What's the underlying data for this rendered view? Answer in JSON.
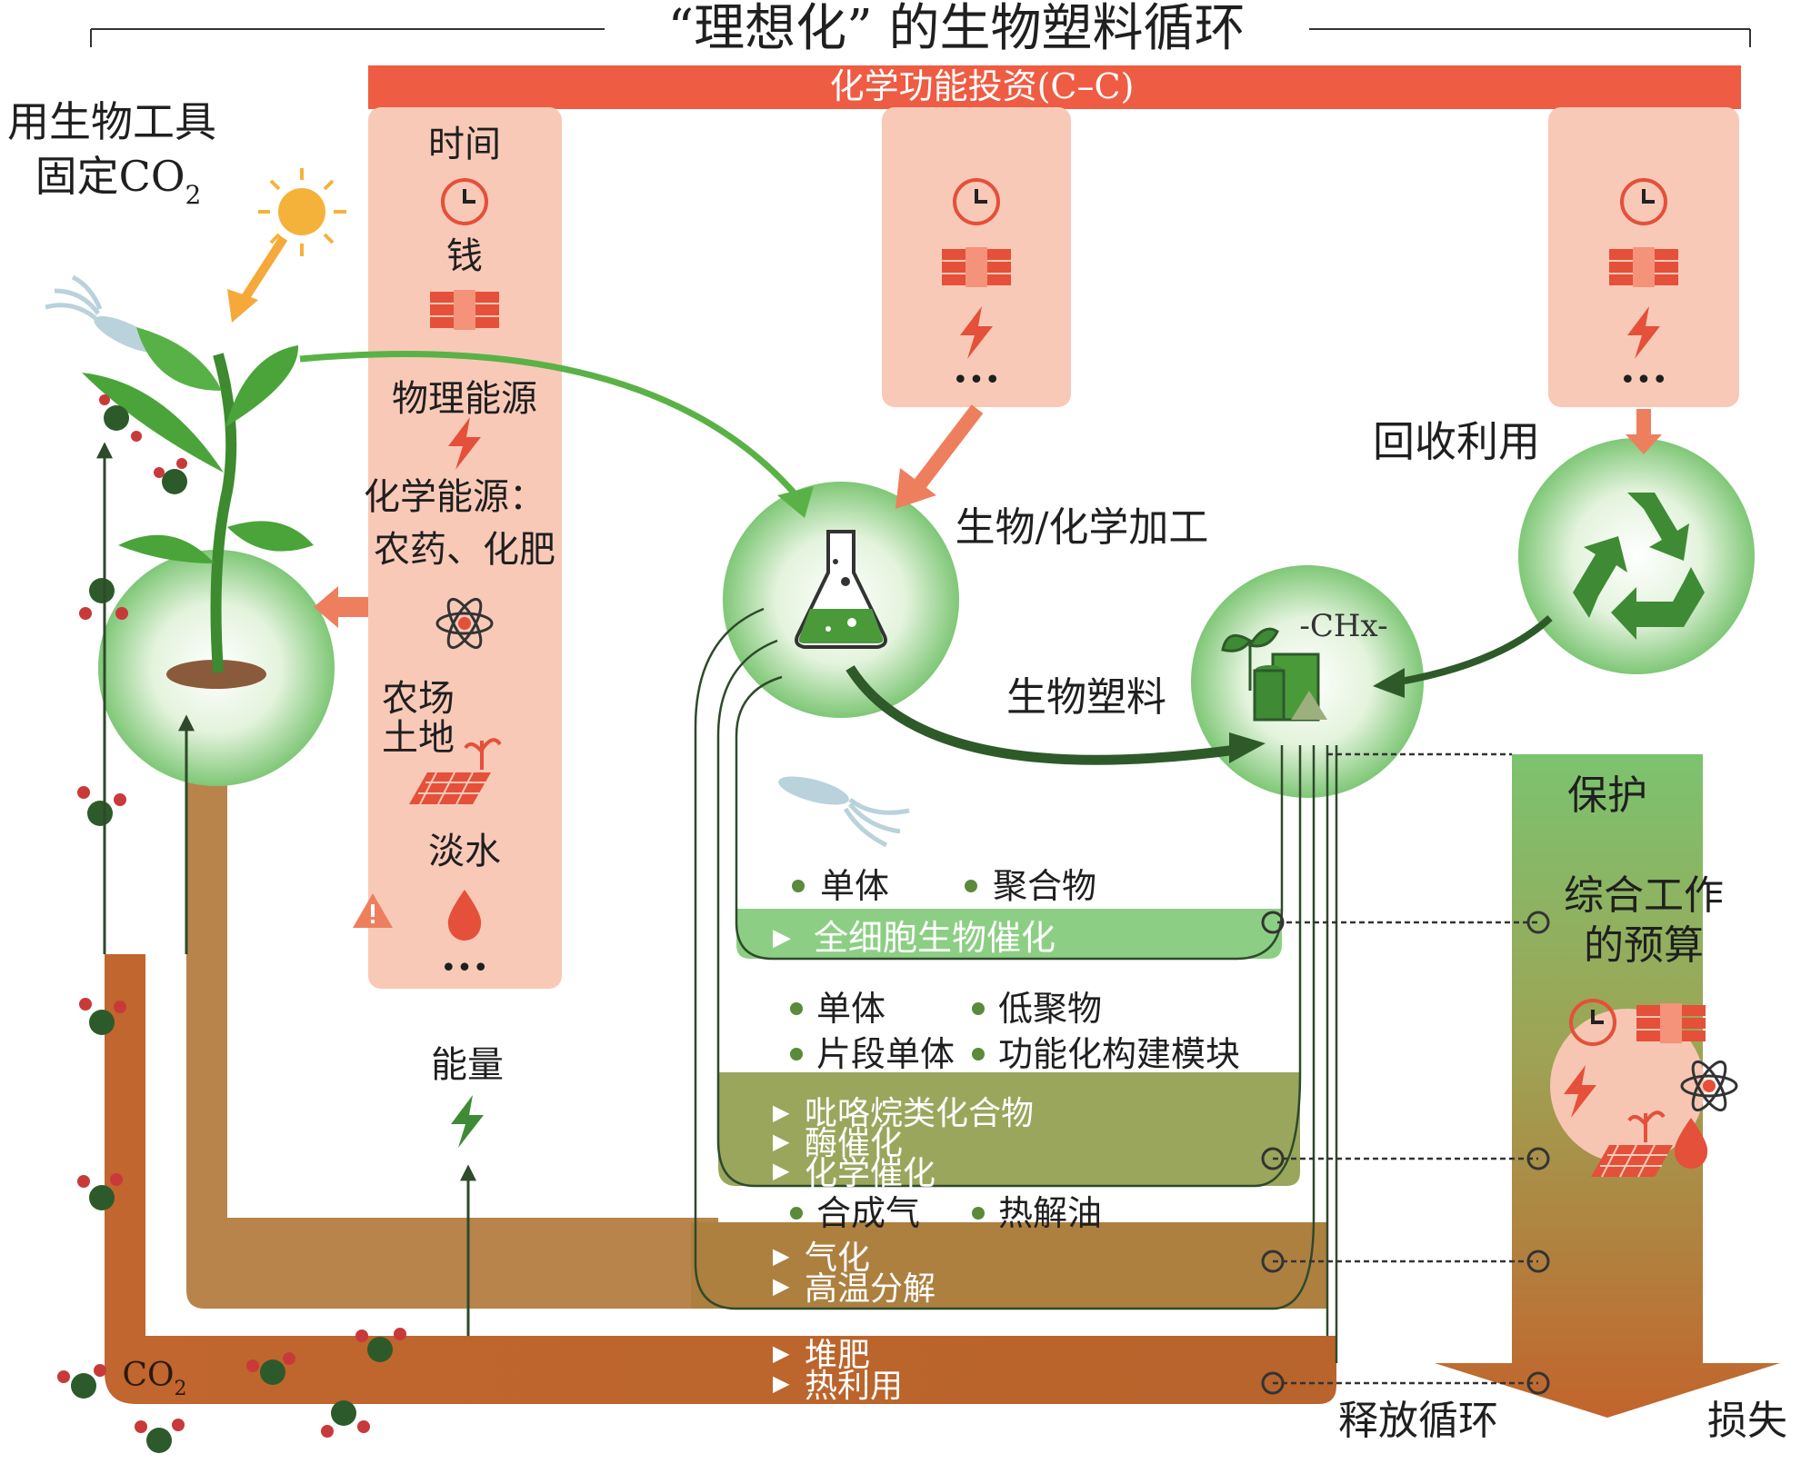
{
  "title": "“理想化” 的生物塑料循环",
  "investment_bar": "化学功能投资(C–C)",
  "fix_co2": {
    "line1": "用生物工具",
    "line2_main": "固定CO",
    "line2_sub": "2"
  },
  "inputs": {
    "time": "时间",
    "money": "钱",
    "physical_energy": "物理能源",
    "chemical_energy": "化学能源：",
    "chemical_energy_items": "农药、化肥",
    "farmland_1": "农场",
    "farmland_2": "土地",
    "freshwater": "淡水",
    "ellipsis": "•••"
  },
  "processing": "生物/化学加工",
  "recycling": "回收利用",
  "bioplastic": "生物塑料",
  "chx_label": "-CHx-",
  "energy": "能量",
  "co2_bottom": {
    "main": "CO",
    "sub": "2"
  },
  "bands": {
    "band1": {
      "bullet_a": "单体",
      "bullet_b": "聚合物",
      "process": "全细胞生物催化"
    },
    "band2": {
      "bullet_a": "单体",
      "bullet_b": "低聚物",
      "bullet_c": "片段单体",
      "bullet_d": "功能化构建模块",
      "process_1": "吡咯烷类化合物",
      "process_2": "酶催化",
      "process_3": "化学催化"
    },
    "band3": {
      "bullet_a": "合成气",
      "bullet_b": "热解油",
      "process_1": "气化",
      "process_2": "高温分解"
    },
    "band4": {
      "process_1": "堆肥",
      "process_2": "热利用"
    }
  },
  "right_column": {
    "protect": "保护",
    "budget_1": "综合工作",
    "budget_2": "的预算",
    "release": "释放循环",
    "loss": "损失"
  },
  "colors": {
    "title_bar_red": "#ee5c43",
    "pink_panel": "#f9c9b8",
    "icon_red": "#e4503a",
    "green_light": "#8ccf84",
    "green_mid": "#9aa65c",
    "brown": "#b8642c",
    "dark_green": "#2e5a2a",
    "flow_green": "#5ab247"
  },
  "icons": [
    "clock-icon",
    "money-stack-icon",
    "lightning-icon",
    "atom-icon",
    "farmland-icon",
    "water-drop-icon",
    "warning-icon",
    "flask-icon",
    "recycle-icon",
    "plant-icon",
    "sun-icon",
    "microbe-icon",
    "bioplastic-icon"
  ]
}
